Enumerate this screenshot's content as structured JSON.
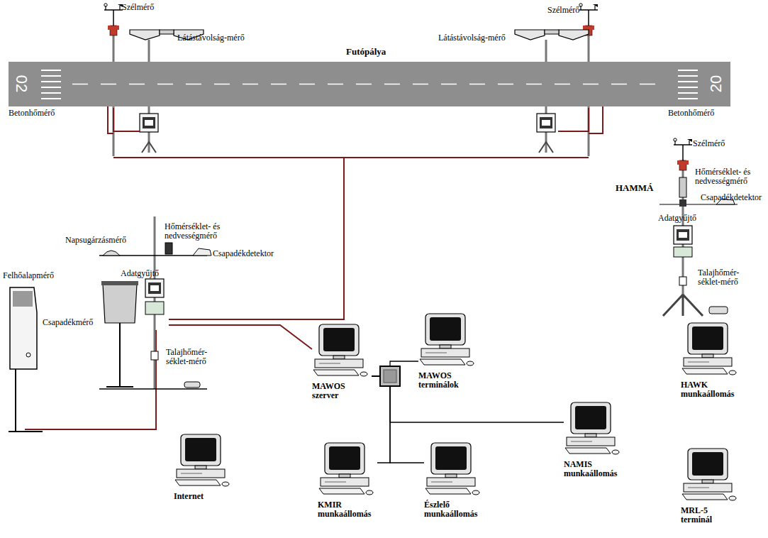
{
  "diagram": {
    "nodes": [
      {
        "text": [
          "Futópálya",
          "02",
          "20"
        ]
      },
      {
        "text": [
          "MAWOS szerver"
        ]
      },
      {
        "text": [
          "MAWOS terminálok"
        ]
      },
      {
        "text": [
          "KMIR munkaállomás"
        ]
      },
      {
        "text": [
          "Észlelő munkaállomás"
        ]
      },
      {
        "text": [
          "NAMIS munkaállomás"
        ]
      },
      {
        "text": [
          "HAWK munkaállomás"
        ]
      },
      {
        "text": [
          "MRL-5 terminál"
        ]
      },
      {
        "text": [
          "Internet"
        ]
      }
    ],
    "edges": [
      {
        "from": 1,
        "to": 2,
        "arrow": "none"
      },
      {
        "from": 1,
        "to": 3,
        "arrow": "none"
      },
      {
        "from": 1,
        "to": 4,
        "arrow": "none"
      },
      {
        "from": 1,
        "to": 5,
        "arrow": "none"
      }
    ],
    "labels": [
      "Szélmérő",
      "Szélmérő",
      "Szélmérő",
      "Látástávolság-mérő",
      "Látástávolság-mérő",
      "Betonhőmérő",
      "Betonhőmérő",
      "HAMMÁ",
      "Hőmérséklet- és nedvességmérő",
      "Csapadékdetektor",
      "Adatgyűjtő",
      "Talajhőmér- séklet-mérő",
      "Napsugárzásmérő",
      "Hőmérséklet- és nedvességmérő",
      "Csapadékdetektor",
      "Adatgyűjtő",
      "Felhőalapmérő",
      "Csapadékmérő",
      "Talajhőmér- séklet-mérő"
    ]
  }
}
